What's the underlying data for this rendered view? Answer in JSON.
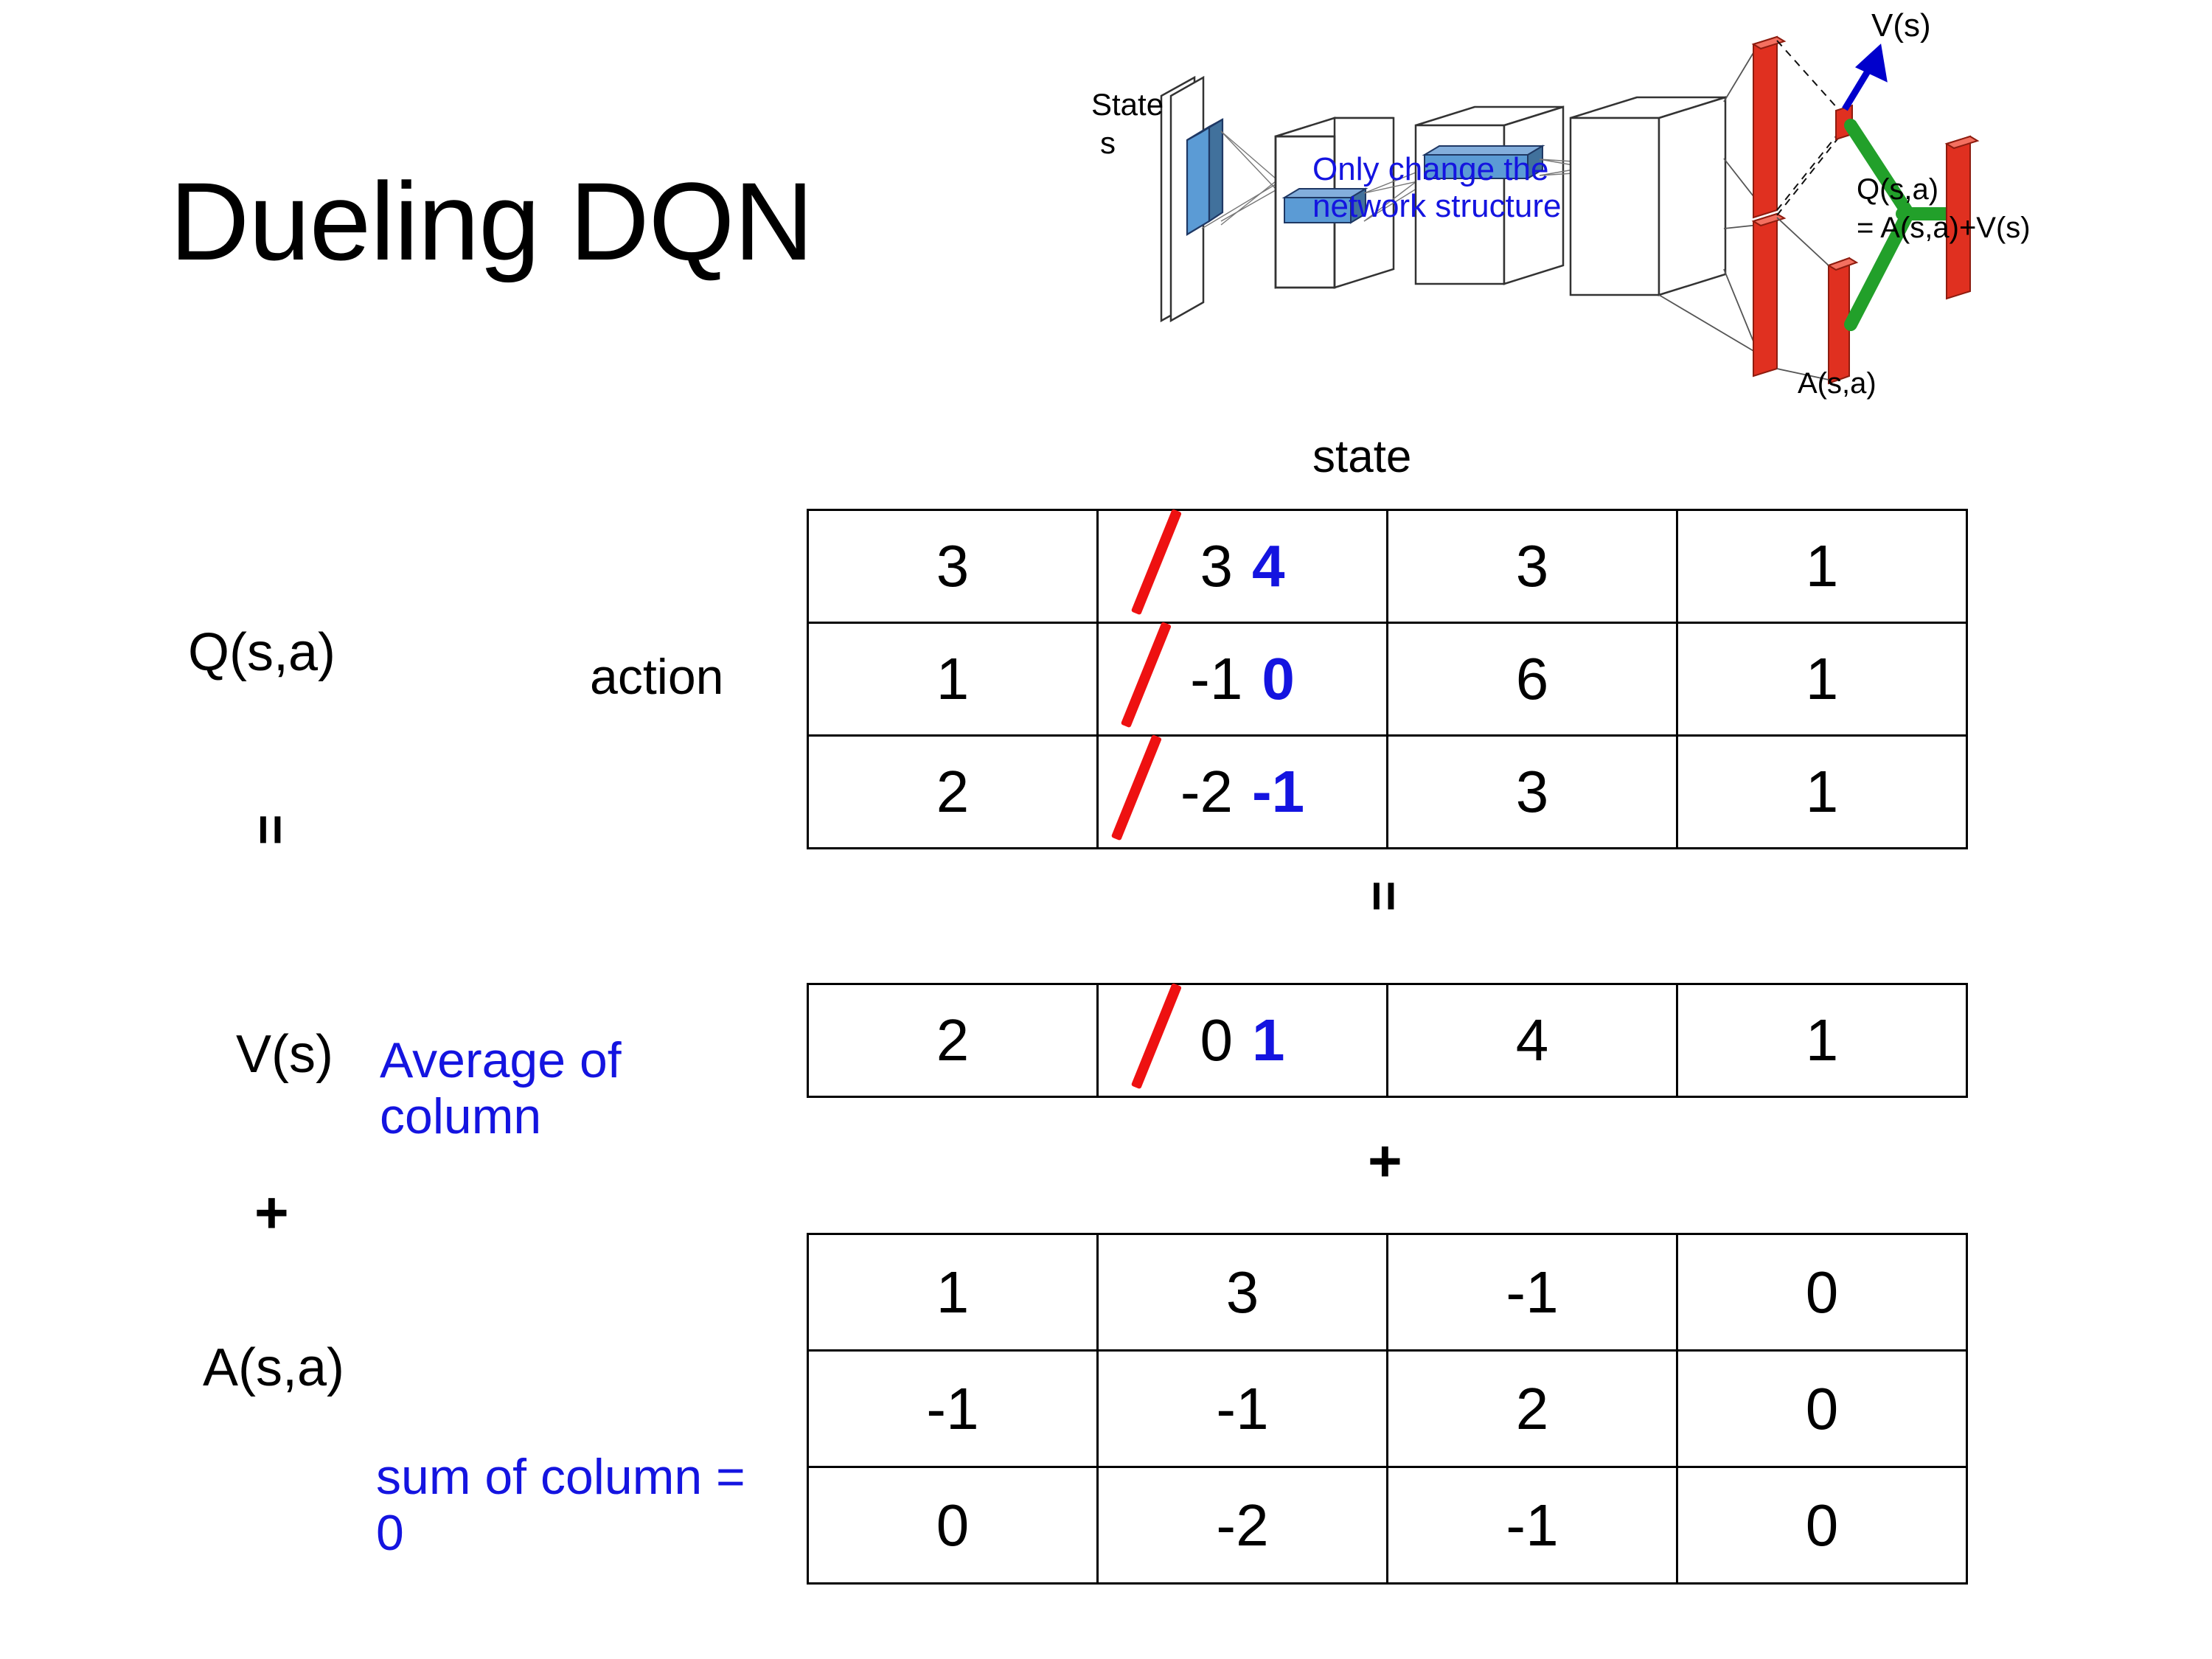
{
  "slide": {
    "title": "Dueling DQN"
  },
  "diagram": {
    "state_label_line1": "State",
    "state_label_line2": "s",
    "note": "Only change the network structure",
    "note_line1": "Only change the",
    "note_line2": "network structure",
    "v_output": "V(s)",
    "a_output": "A(s,a)",
    "q_output_line1": "Q(s,a)",
    "q_output_line2": "= A(s,a)+V(s)",
    "colors": {
      "note": "#1414E0",
      "value_arrow": "#0000CC",
      "merge_link": "#22A02A",
      "output_bar": "#E03020",
      "conv_block": "#5B9BD5"
    }
  },
  "labels": {
    "state": "state",
    "action": "action",
    "q": "Q(s,a)",
    "v": "V(s)",
    "a": "A(s,a)",
    "equals": "=",
    "plus": "+",
    "average_of_column": "Average of column",
    "sum_of_column": "sum of column = 0"
  },
  "colors": {
    "annotation_blue": "#1414E0",
    "strike_red": "#EE1111",
    "text_black": "#000000"
  },
  "tables": {
    "q": {
      "name": "Q(s,a)",
      "columns_axis": "state",
      "rows_axis": "action",
      "rows": [
        [
          {
            "value": "3"
          },
          {
            "value": "3",
            "struck": true,
            "replacement": "4"
          },
          {
            "value": "3"
          },
          {
            "value": "1"
          }
        ],
        [
          {
            "value": "1"
          },
          {
            "value": "-1",
            "struck": true,
            "replacement": "0"
          },
          {
            "value": "6"
          },
          {
            "value": "1"
          }
        ],
        [
          {
            "value": "2"
          },
          {
            "value": "-2",
            "struck": true,
            "replacement": "-1"
          },
          {
            "value": "3"
          },
          {
            "value": "1"
          }
        ]
      ]
    },
    "v": {
      "name": "V(s)",
      "rows": [
        [
          {
            "value": "2"
          },
          {
            "value": "0",
            "struck": true,
            "replacement": "1"
          },
          {
            "value": "4"
          },
          {
            "value": "1"
          }
        ]
      ]
    },
    "a": {
      "name": "A(s,a)",
      "rows": [
        [
          {
            "value": "1"
          },
          {
            "value": "3"
          },
          {
            "value": "-1"
          },
          {
            "value": "0"
          }
        ],
        [
          {
            "value": "-1"
          },
          {
            "value": "-1"
          },
          {
            "value": "2"
          },
          {
            "value": "0"
          }
        ],
        [
          {
            "value": "0"
          },
          {
            "value": "-2"
          },
          {
            "value": "-1"
          },
          {
            "value": "0"
          }
        ]
      ]
    }
  }
}
